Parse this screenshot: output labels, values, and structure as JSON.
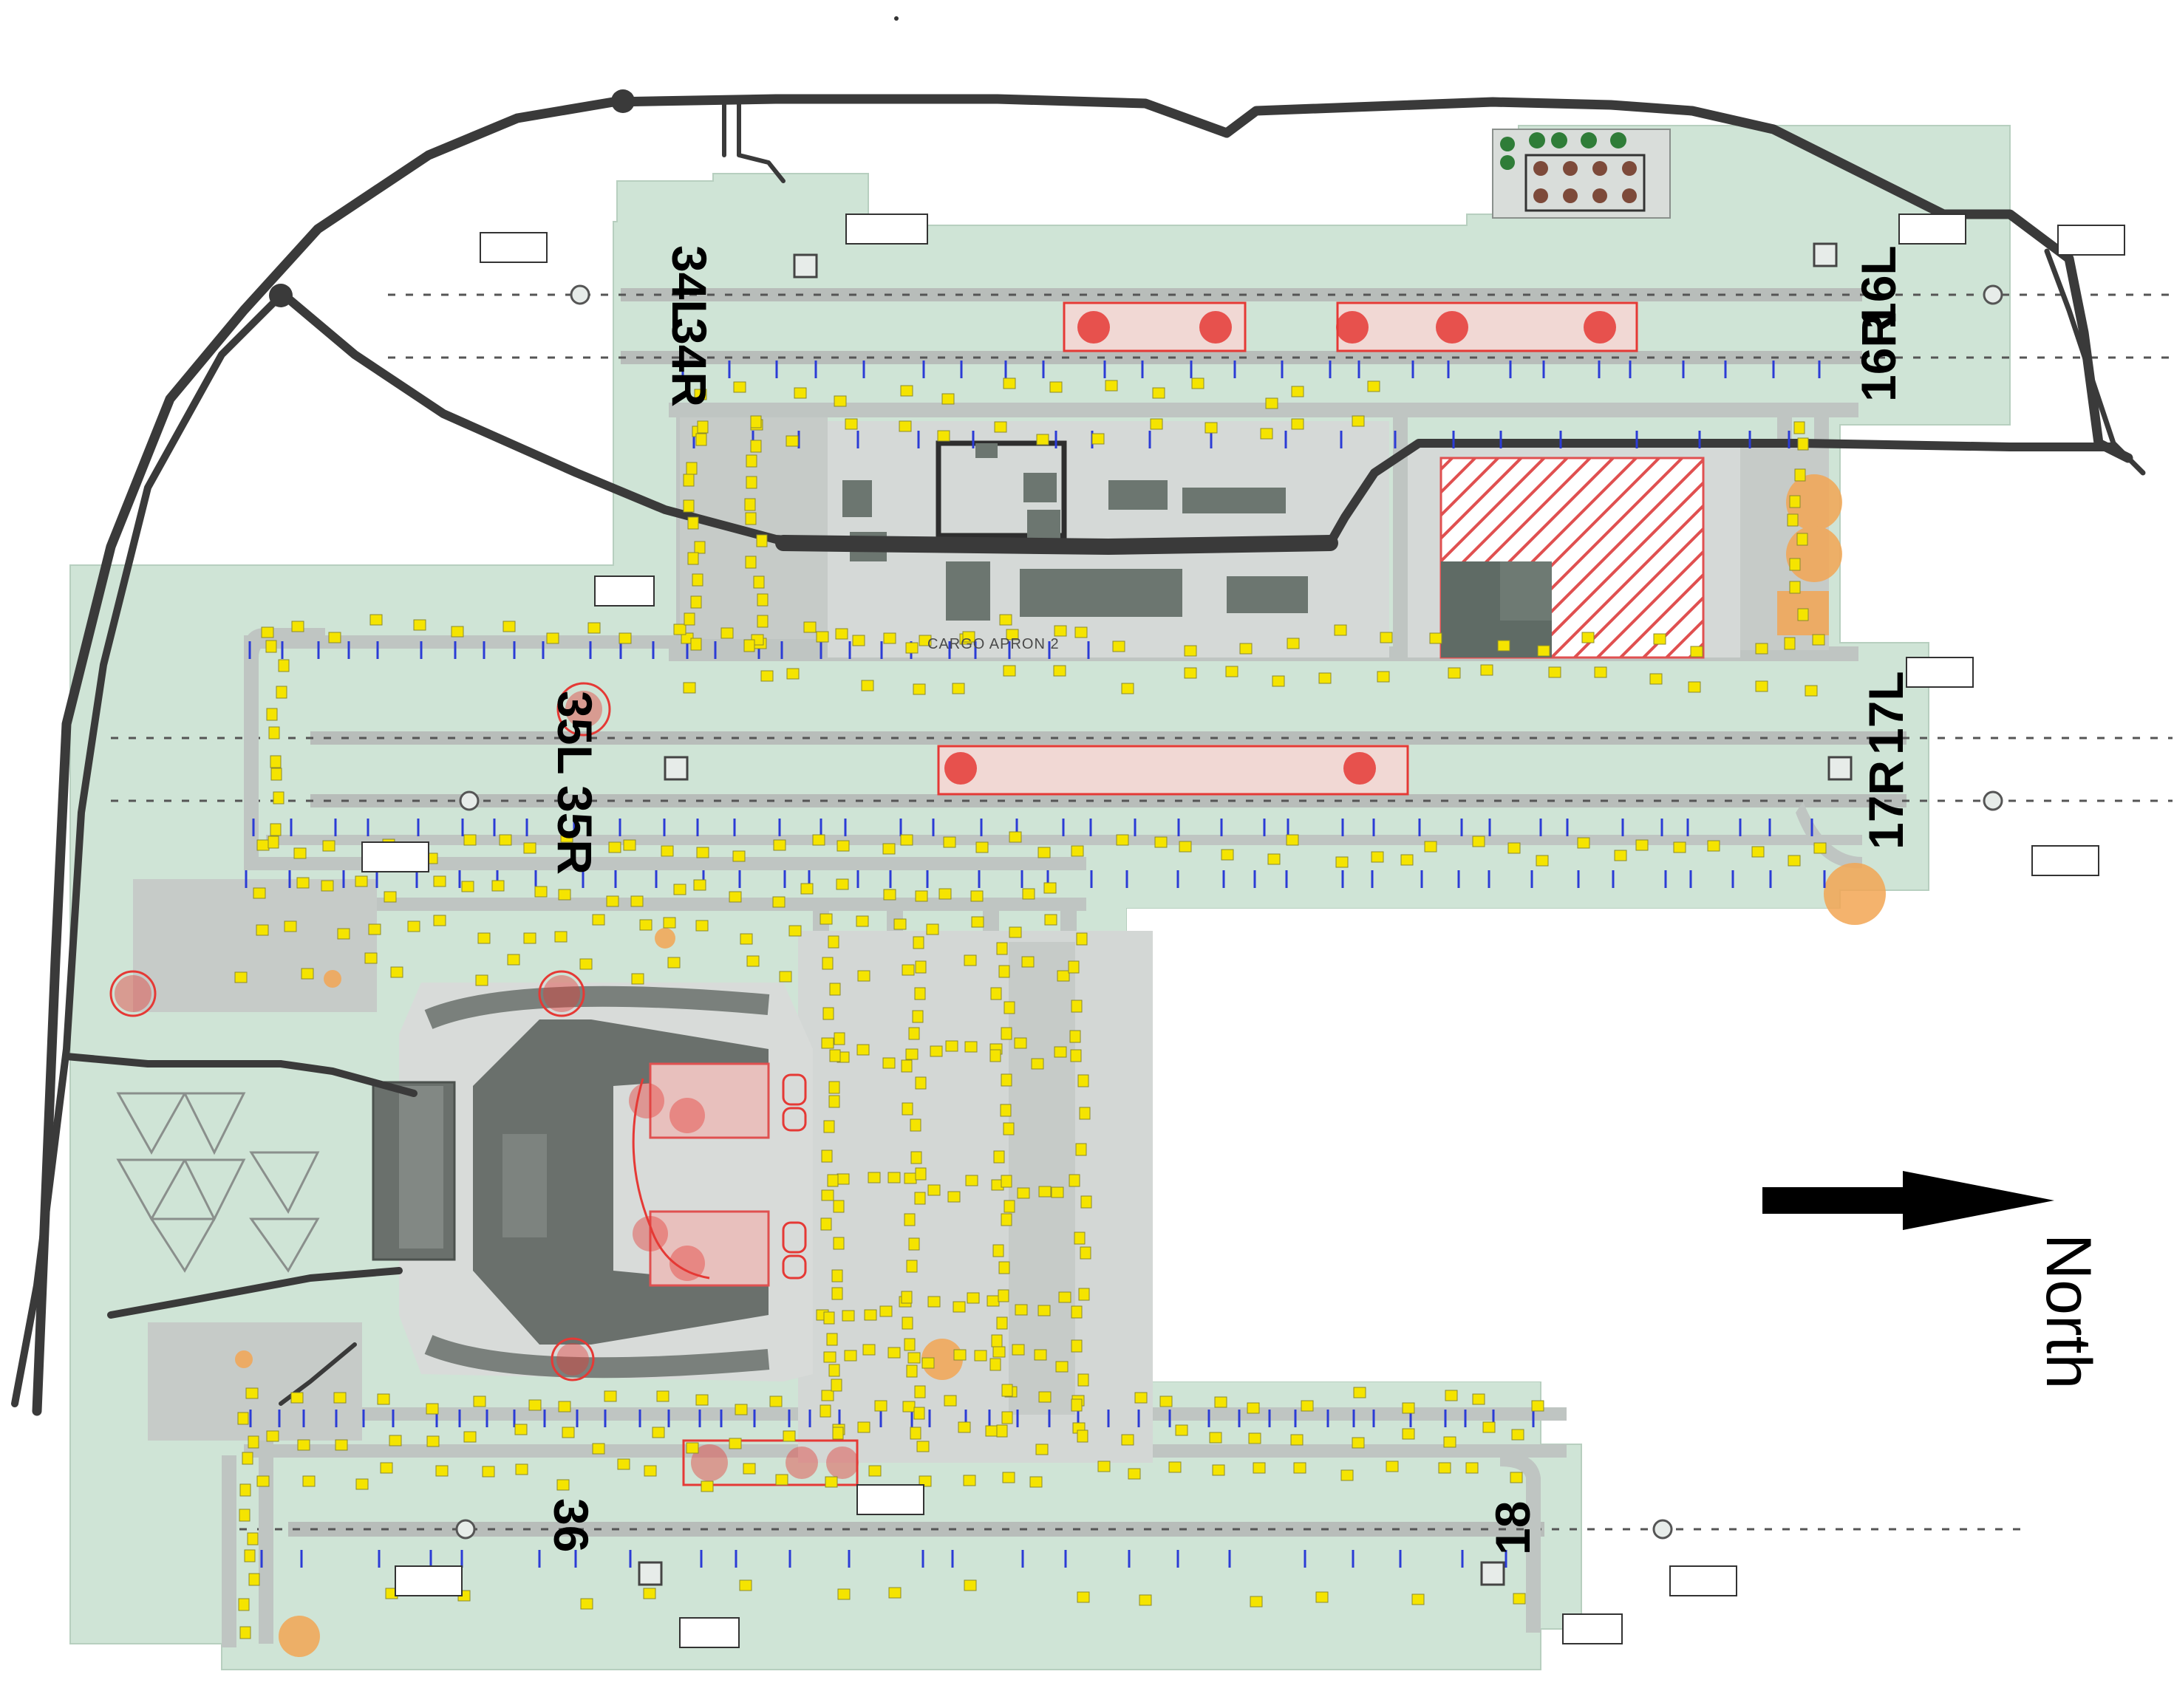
{
  "map": {
    "runways": {
      "north_pair_left": "34L",
      "north_pair_right": "34R",
      "north_pair_left_opposite": "16L",
      "north_pair_right_opposite": "16R",
      "middle_pair_left": "35L",
      "middle_pair_right": "35R",
      "middle_pair_left_opposite": "17L",
      "middle_pair_right_opposite": "17R",
      "south_single": "36",
      "south_single_opposite": "18"
    },
    "aprons": {
      "cargo_apron_2": "CARGO APRON 2"
    },
    "north_label": "North",
    "colors": {
      "airfield": "#cfe4d6",
      "pavement": "#c8cdca",
      "taxiway": "#a9aeac",
      "road": "#3a3a3a",
      "building": "#6e7a73",
      "hotspot": "#e53935",
      "evacuation": "#f2a654",
      "sign": "#f5e400",
      "stopbar": "#2b3bd6"
    }
  }
}
